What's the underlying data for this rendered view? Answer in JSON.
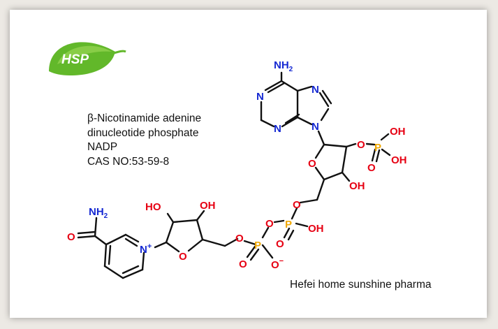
{
  "logo": {
    "text": "HSP",
    "color": "#6cbf2a"
  },
  "compound": {
    "name_line1": "β-Nicotinamide adenine",
    "name_line2": "dinucleotide phosphate",
    "abbreviation": "NADP",
    "cas": "CAS NO:53-59-8"
  },
  "company": "Hefei home sunshine pharma",
  "structure": {
    "adenine_amino": "NH",
    "adenine_amino_sub": "2",
    "n1": "N",
    "n3": "N",
    "n7": "N",
    "n9": "N",
    "ribose1_oxygen": "O",
    "phosphate_o_link": "O",
    "phosphate_p": "P",
    "phosphate_oh1": "OH",
    "phosphate_oh2": "OH",
    "phosphate_o_double": "O",
    "ribose1_oh": "OH",
    "ch2_o": "O",
    "diphos_o_bridge": "O",
    "diphos_p1": "P",
    "diphos_oh": "OH",
    "diphos_p1_o_double": "O",
    "diphos_o_link": "O",
    "diphos_p2": "P",
    "diphos_p2_o_double": "O",
    "diphos_o_minus": "O",
    "minus_sign": "−",
    "ribose2_oxygen": "O",
    "ribose2_oh_left": "HO",
    "ribose2_oh_right": "OH",
    "pyridinium_n": "N",
    "plus_sign": "+",
    "amide_nh": "NH",
    "amide_nh_sub": "2",
    "amide_o": "O",
    "colors": {
      "nitrogen": "#1428d2",
      "oxygen": "#e60012",
      "phosphorus": "#f0a800",
      "bond": "#111111"
    }
  }
}
